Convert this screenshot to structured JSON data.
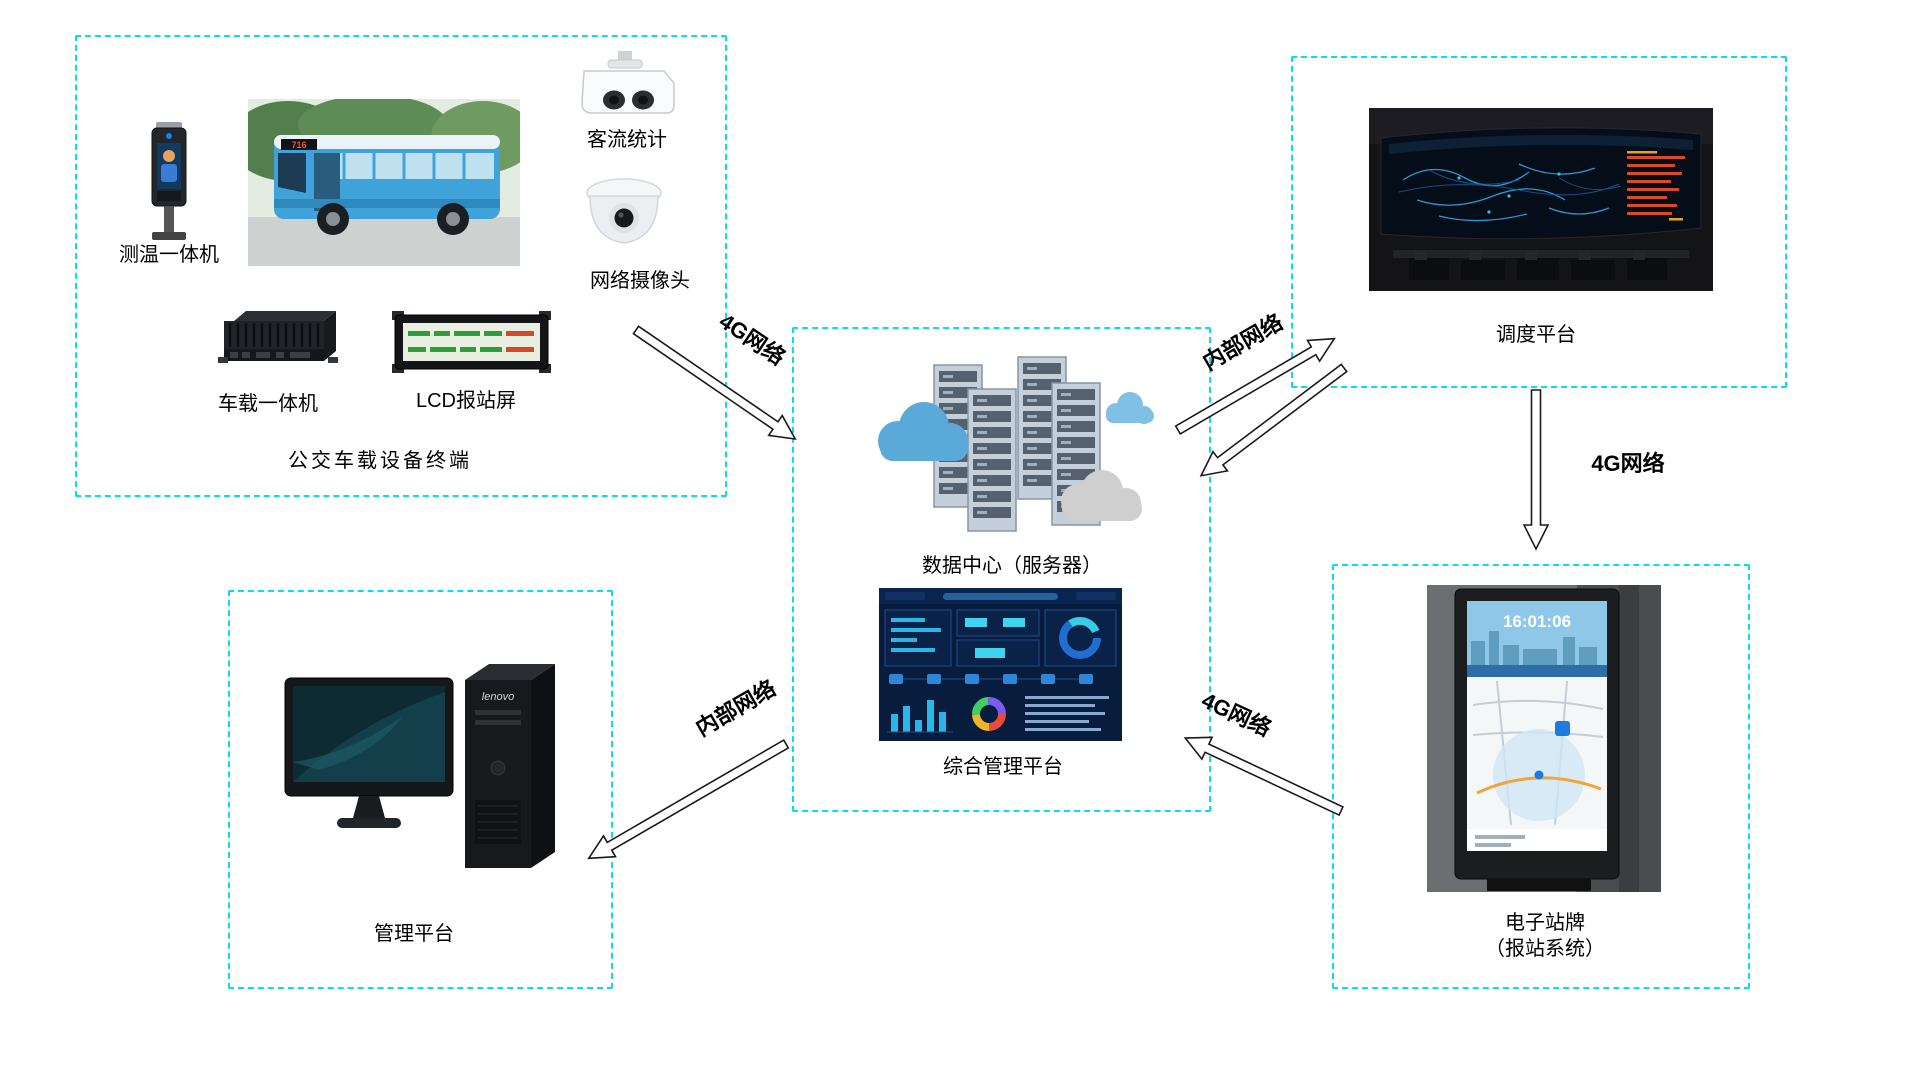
{
  "colors": {
    "box_border": "#00e0f0",
    "arrow_fill": "#ffffff",
    "arrow_stroke": "#1a1a1a"
  },
  "groups": {
    "bus_terminal": {
      "label": "公交车载设备终端",
      "temp_device_label": "测温一体机",
      "bus_route": "716",
      "passenger_camera_label": "客流统计",
      "dome_camera_label": "网络摄像头",
      "vehicle_unit_label": "车载一体机",
      "lcd_label": "LCD报站屏"
    },
    "data_center": {
      "server_label": "数据中心（服务器）",
      "platform_label": "综合管理平台"
    },
    "dispatch": {
      "label": "调度平台"
    },
    "management": {
      "label": "管理平台",
      "brand": "lenovo"
    },
    "station_sign": {
      "line1": "电子站牌",
      "line2": "（报站系统）",
      "time": "16:01:06"
    }
  },
  "connections": {
    "bus_to_center": "4G网络",
    "center_dispatch": "内部网络",
    "dispatch_to_sign": "4G网络",
    "sign_to_center": "4G网络",
    "center_to_management": "内部网络"
  }
}
